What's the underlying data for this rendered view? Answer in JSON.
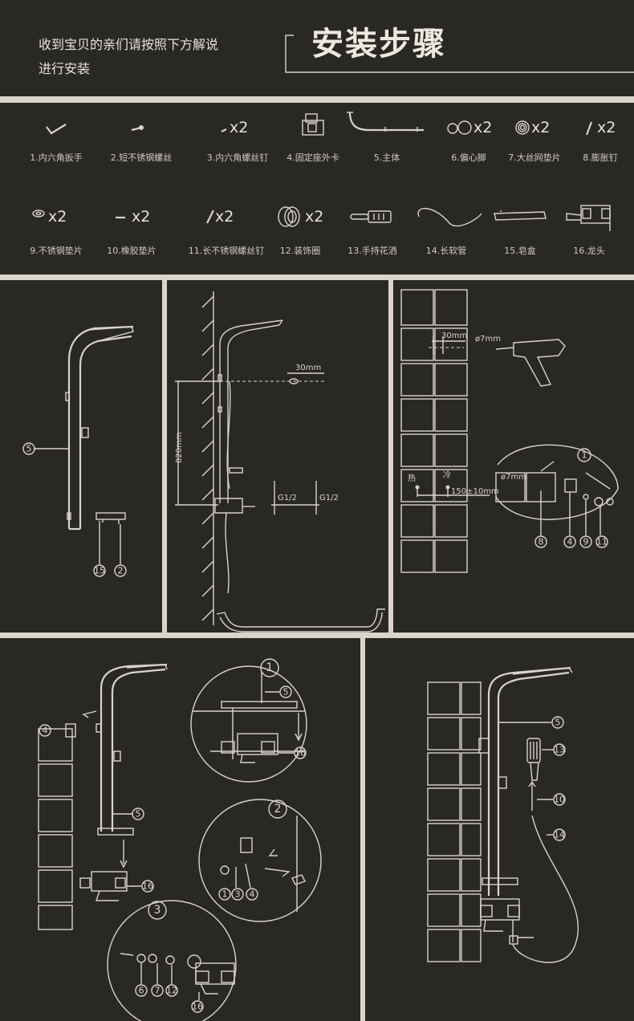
{
  "header": {
    "intro_line1": "收到宝贝的亲们请按照下方解说",
    "intro_line2": "进行安装",
    "title": "安装步骤"
  },
  "parts": [
    {
      "label": "1.内六角扳手",
      "qty": ""
    },
    {
      "label": "2.短不锈钢螺丝",
      "qty": ""
    },
    {
      "label": "3.内六角螺丝钉",
      "qty": "x2"
    },
    {
      "label": "4.固定座外卡",
      "qty": ""
    },
    {
      "label": "5.主体",
      "qty": ""
    },
    {
      "label": "6.偏心脚",
      "qty": "x2"
    },
    {
      "label": "7.大丝网垫片",
      "qty": "x2"
    },
    {
      "label": "8.膨胀钉",
      "qty": "x2"
    },
    {
      "label": "9.不锈钢垫片",
      "qty": "x2"
    },
    {
      "label": "10.橡胶垫片",
      "qty": "x2"
    },
    {
      "label": "11.长不锈钢螺丝钉",
      "qty": "x2"
    },
    {
      "label": "12.装饰圈",
      "qty": "x2"
    },
    {
      "label": "13.手持花洒",
      "qty": ""
    },
    {
      "label": "14.长软管",
      "qty": ""
    },
    {
      "label": "15.皂盒",
      "qty": ""
    },
    {
      "label": "16.龙头",
      "qty": ""
    }
  ],
  "diagrams": {
    "d1": {
      "callout_5": "5",
      "callout_15": "15",
      "callout_2": "2"
    },
    "d2": {
      "dim_30": "30mm",
      "dim_820": "820mm",
      "thread_left": "G1/2",
      "thread_right": "G1/2"
    },
    "d3": {
      "dim_30": "30mm",
      "drill": "ø7mm",
      "hot": "热",
      "cold": "冷",
      "dim_150": "150±10mm",
      "detail_drill": "ø7mm",
      "step": "1",
      "c8": "8",
      "c4": "4",
      "c9": "9",
      "c11": "11"
    },
    "d4": {
      "c4": "4",
      "c5": "5",
      "c16": "16",
      "step1": "1",
      "step2": "2",
      "step3": "3",
      "d1_c5": "5",
      "d1_c16": "16",
      "d2_c1": "1",
      "d2_c3": "3",
      "d2_c4": "4",
      "d3_c6": "6",
      "d3_c7": "7",
      "d3_c12": "12",
      "d3_c16": "16"
    },
    "d5": {
      "c5": "5",
      "c13": "13",
      "c10": "10",
      "c14": "14"
    }
  }
}
